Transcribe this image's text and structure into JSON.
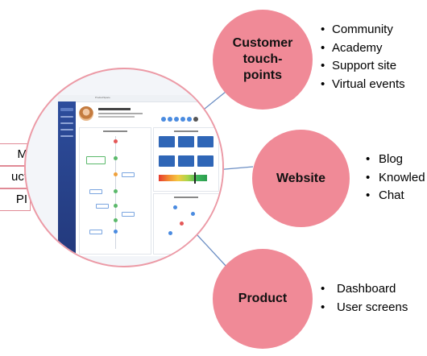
{
  "left_boxes": [
    "M",
    "uct",
    "PI"
  ],
  "hub": {
    "topbar_label": "ProductSpace"
  },
  "topics": {
    "customer": {
      "label": "Customer touch-points",
      "items": [
        "Community",
        "Academy",
        "Support site",
        "Virtual events"
      ]
    },
    "website": {
      "label": "Website",
      "items": [
        "Blog",
        "Knowled",
        "Chat"
      ]
    },
    "product": {
      "label": "Product",
      "items": [
        "Dashboard",
        "User screens"
      ]
    }
  },
  "colors": {
    "topic_fill": "#f08a97",
    "hub_border": "#ec9aa6",
    "connector": "#6d8fc4",
    "sidebar": "#2d4d9c"
  }
}
